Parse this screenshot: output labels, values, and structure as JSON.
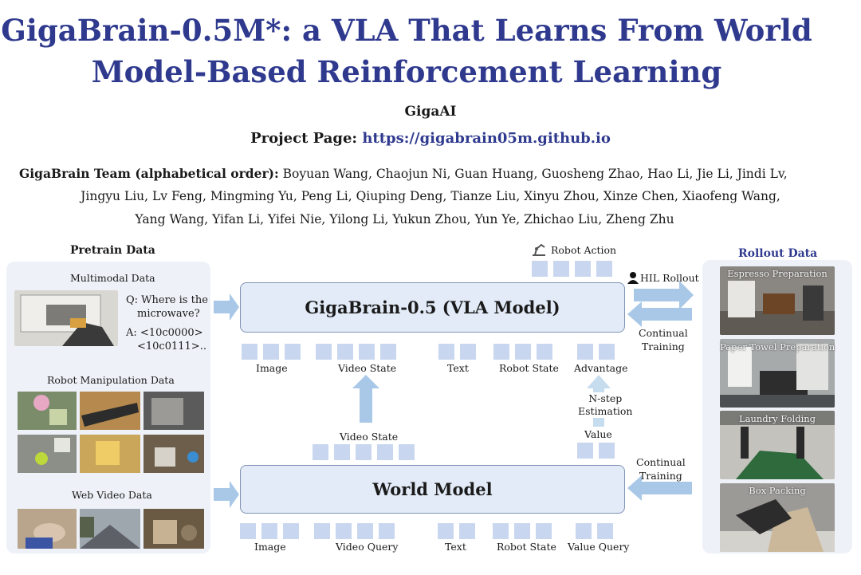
{
  "title_line1": "GigaBrain-0.5M*: a VLA That Learns From World",
  "title_line2": "Model-Based Reinforcement Learning",
  "affiliation": "GigaAI",
  "project_label": "Project Page:",
  "project_url": "https://gigabrain05m.github.io",
  "team_label": "GigaBrain Team (alphabetical order):",
  "authors_line1": "Boyuan Wang, Chaojun Ni, Guan Huang, Guosheng Zhao, Hao Li, Jie Li, Jindi Lv,",
  "authors_line2": "Jingyu Liu, Lv Feng, Mingming Yu, Peng Li, Qiuping Deng, Tianze Liu, Xinyu Zhou, Xinze Chen, Xiaofeng Wang,",
  "authors_line3": "Yang Wang, Yifan Li, Yifei Nie, Yilong Li, Yukun Zhou, Yun Ye, Zhichao Liu, Zheng Zhu",
  "pretrain": {
    "title": "Pretrain Data",
    "multimodal": "Multimodal Data",
    "q": "Q: Where is the",
    "q2": "microwave?",
    "a": "A: <10c0000>",
    "a2": "<10c0111>..",
    "robot_manip": "Robot Manipulation Data",
    "web_video": "Web Video Data"
  },
  "vla": {
    "name": "GigaBrain-0.5 (VLA Model)",
    "inputs": [
      "Image",
      "Video State",
      "Text",
      "Robot State",
      "Advantage"
    ],
    "robot_action": "Robot Action",
    "hil_rollout": "HIL Rollout",
    "continual_training": "Continual",
    "continual_training2": "Training"
  },
  "middle": {
    "video_state": "Video State",
    "nstep": "N-step",
    "estimation": "Estimation",
    "value": "Value"
  },
  "world": {
    "name": "World Model",
    "inputs": [
      "Image",
      "Video Query",
      "Text",
      "Robot State",
      "Value Query"
    ],
    "continual_training": "Continual",
    "continual_training2": "Training"
  },
  "rollout": {
    "title": "Rollout Data",
    "items": [
      "Espresso Preparation",
      "Paper Towel Preparation",
      "Laundry Folding",
      "Box Packing"
    ]
  },
  "colors": {
    "accent": "#2f3a8f",
    "token": "#c9d6ef",
    "arrow": "#a9c8e8"
  }
}
